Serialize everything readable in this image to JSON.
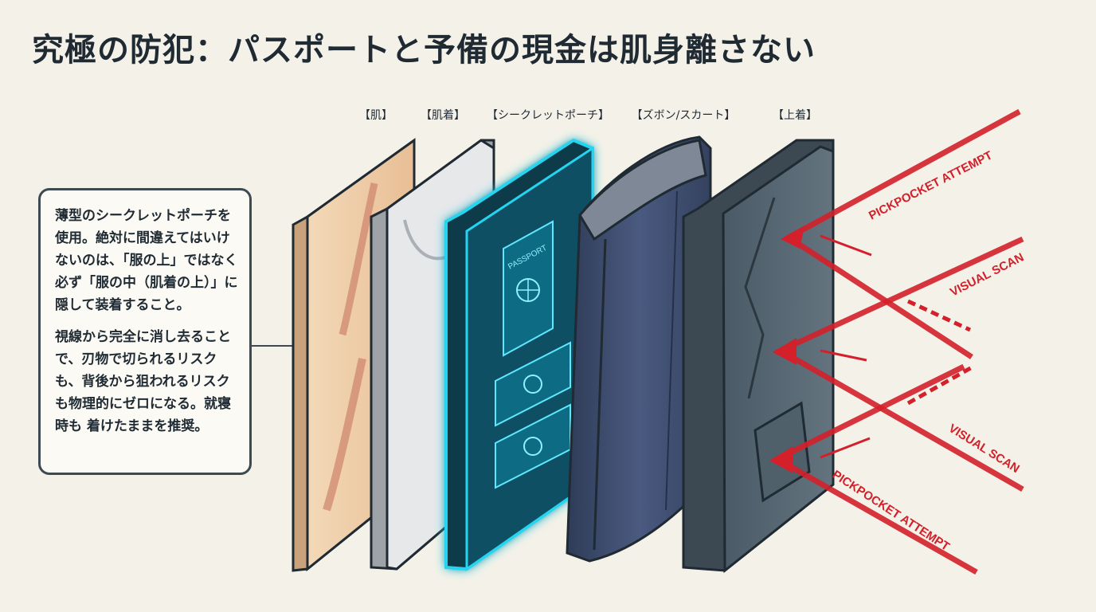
{
  "title": "究極の防犯：パスポートと予備の現金は肌身離さない",
  "layers": [
    {
      "label": "【肌】"
    },
    {
      "label": "【肌着】"
    },
    {
      "label": "【シークレットポーチ】"
    },
    {
      "label": "【ズボン/スカート】"
    },
    {
      "label": "【上着】"
    }
  ],
  "callout": {
    "paragraph1": "薄型のシークレットポーチを使用。絶対に間違えてはいけないのは、「服の上」ではなく必ず「服の中（肌着の上）」に隠して装着すること。",
    "paragraph2": "視線から完全に消し去ることで、刃物で切られるリスクも、背後から狙われるリスクも物理的にゼロになる。就寝時も 着けたままを推奨。"
  },
  "passport": {
    "text": "PASSPORT"
  },
  "threats": {
    "pickpocket_top": "PICKPOCKET ATTEMPT",
    "visual_scan_top": "VISUAL SCAN",
    "visual_scan_bottom": "VISUAL SCAN",
    "pickpocket_bottom": "PICKPOCKET ATTEMPT"
  },
  "colors": {
    "skin": "#efcfa8",
    "undershirt": "#e4e6e8",
    "pouch_glow": "#25d4f0",
    "pants": "#3e4d6e",
    "jacket": "#566775",
    "threat": "#d3202a"
  }
}
